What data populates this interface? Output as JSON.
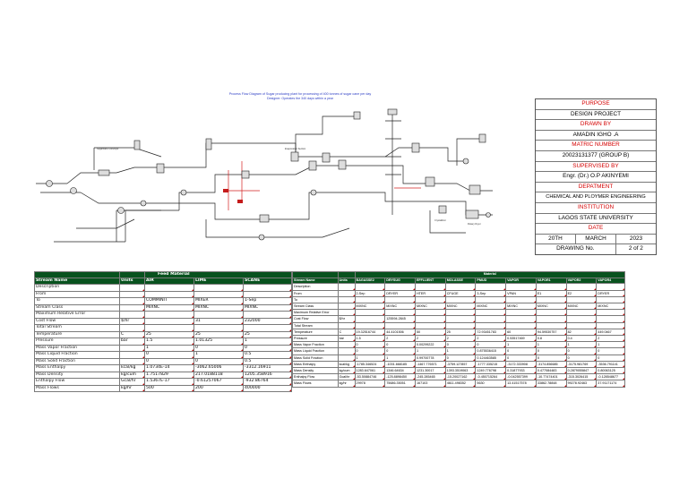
{
  "flowsheet": {
    "title_line1": "Process Flow Diagram of Sugar producing plant for processing of 400 tonnes of sugar cane per day",
    "title_line2": "Designer: Operates the 340 days within a year",
    "unit_labels": [
      "Sugarcane Conveyor",
      "Evaporation Section",
      "Crystallizer",
      "Rotary Dryer"
    ]
  },
  "title_block": {
    "purpose_hdr": "PURPOSE",
    "purpose": "DESIGN PROJECT",
    "drawn_hdr": "DRAWN BY",
    "drawn": "AMADIN IGHO .A",
    "matric_hdr": "MATRIC NUMBER",
    "matric": "20023131377 (GROUP B)",
    "sup_hdr": "SUPERVISED BY",
    "sup": "Engr. (Dr.) O.P AKINYEMI",
    "dept_hdr": "DEPATMENT",
    "dept": "CHEMICAL AND PLOYMER ENGINEERING",
    "inst_hdr": "INSTITUTION",
    "inst": "LAGOS STATE UNIVERSITY",
    "date_hdr": "DATE",
    "date_day": "20TH",
    "date_month": "MARCH",
    "date_year": "2023",
    "drawing_label": "DRAWING No.",
    "drawing_no": "2 of 2"
  },
  "feed_table": {
    "group_header": "Feed Material",
    "headers": [
      "Stream Name",
      "Units",
      "AIR",
      "LIME",
      "SCANE"
    ],
    "rows": [
      [
        "Description",
        "",
        "",
        "",
        ""
      ],
      [
        "From",
        "",
        "",
        "",
        ""
      ],
      [
        "To",
        "",
        "COMMINIT",
        "MIXER",
        "1-Sep"
      ],
      [
        "Stream Class",
        "",
        "MIXNC",
        "MIXNC",
        "MIXNC"
      ],
      [
        "Maximum Relative Error",
        "",
        "",
        "",
        ""
      ],
      [
        "Cost Flow",
        "$/hr",
        "",
        "31",
        "232000"
      ],
      [
        "Total Stream",
        "",
        "",
        "",
        ""
      ],
      [
        "Temperature",
        "C",
        "25",
        "25",
        "25"
      ],
      [
        "Pressure",
        "bar",
        "1.5",
        "1.01325",
        "1"
      ],
      [
        "Mass Vapor Fraction",
        "",
        "1",
        "0",
        "0"
      ],
      [
        "Mass Liquid Fraction",
        "",
        "0",
        "1",
        "0.5"
      ],
      [
        "Mass Solid Fraction",
        "",
        "0",
        "0",
        "0.5"
      ],
      [
        "Mass Enthalpy",
        "kcal/kg",
        "1.0734E-14",
        "-3062.65006",
        "-3312.16911"
      ],
      [
        "Mass Density",
        "kg/cum",
        "1.7517829",
        "217.0188118",
        "1205.358916"
      ],
      [
        "Enthalpy Flow",
        "Gcal/hr",
        "1.5367E-17",
        "-0.61257067",
        "-932.86764"
      ],
      [
        "Mass Flows",
        "kg/hr",
        "500",
        "200",
        "400000"
      ]
    ]
  },
  "material_table": {
    "group_header": "Material",
    "headers": [
      "Stream Name",
      "Units",
      "BAGASSE2",
      "DRYSUG",
      "EFFLUENT",
      "MOLASSE",
      "PMUD",
      "VAPOR",
      "VAPOR1",
      "VAPOR2",
      "VAPOR4"
    ],
    "rows": [
      [
        "Description",
        "",
        "",
        "",
        "",
        "",
        "",
        "",
        "",
        "",
        ""
      ],
      [
        "From",
        "",
        "2-Sep",
        "DRYER",
        "HTER",
        "CFUGE",
        "3-Sep",
        "VPAN",
        "E1",
        "E2",
        "DRYER"
      ],
      [
        "To",
        "",
        "",
        "",
        "",
        "",
        "",
        "",
        "",
        "",
        ""
      ],
      [
        "Stream Class",
        "",
        "MIXNC",
        "MIXNC",
        "MIXNC",
        "MIXNC",
        "MIXNC",
        "MIXNC",
        "MIXNC",
        "MIXNC",
        "MIXNC"
      ],
      [
        "Maximum Relative Error",
        "",
        "",
        "",
        "",
        "",
        "",
        "",
        "",
        "",
        ""
      ],
      [
        "Cost Flow",
        "$/hr",
        "",
        "125594.2845",
        "",
        "",
        "",
        "",
        "",
        "",
        ""
      ],
      [
        "Total Stream",
        "",
        "",
        "",
        "",
        "",
        "",
        "",
        "",
        "",
        ""
      ],
      [
        "Temperature",
        "C",
        "19.32516744",
        "44.4101506",
        "50",
        "25",
        "72.93451783",
        "60",
        "94.59530757",
        "82",
        "449.0467"
      ],
      [
        "Pressure",
        "bar",
        "1.5",
        "2",
        "2",
        "2",
        "2",
        "0.53517469",
        "0.8",
        "0.4",
        "2"
      ],
      [
        "Mass Vapor Fraction",
        "",
        "0",
        "0",
        "0.00299222",
        "0",
        "0",
        "1",
        "1",
        "1",
        "1"
      ],
      [
        "Mass Liquid Fraction",
        "",
        "0",
        "0",
        "1",
        "1",
        "0.875536415",
        "0",
        "0",
        "0",
        "0"
      ],
      [
        "Mass Solid Fraction",
        "",
        "1",
        "1",
        "0.99700778",
        "0",
        "0.124463585",
        "0",
        "0",
        "0",
        "0"
      ],
      [
        "Mass Enthalpy",
        "kcal/kg",
        "-1785.346524",
        "-1001.668185",
        "-1467.776571",
        "-3759.127857",
        "-1777.335215",
        "-3172.333908",
        "-3174.856685",
        "-3175.981769",
        "-3536.791141"
      ],
      [
        "Mass Density",
        "kg/cum",
        "1283.647061",
        "1346.64634",
        "1231.30017",
        "1393.3519063",
        "1249.776798",
        "0.31877933",
        "0.477084483",
        "0.2879055847",
        "0.80063125"
      ],
      [
        "Enthalpy Flow",
        "Gcal/hr",
        "-53.50884746",
        "-125.8898450",
        "-245.285465",
        "-15.20027162",
        "-0.450715264",
        "-0.042557399",
        "-10.77474401",
        "-315.3026415",
        "-0.128548677"
      ],
      [
        "Mass Flows",
        "kg/hr",
        "29978",
        "75686.35051",
        "167103",
        "4611.498352",
        "5630",
        "13.41517578",
        "33862.78848",
        "99278.92463",
        "37.91171174"
      ]
    ]
  }
}
